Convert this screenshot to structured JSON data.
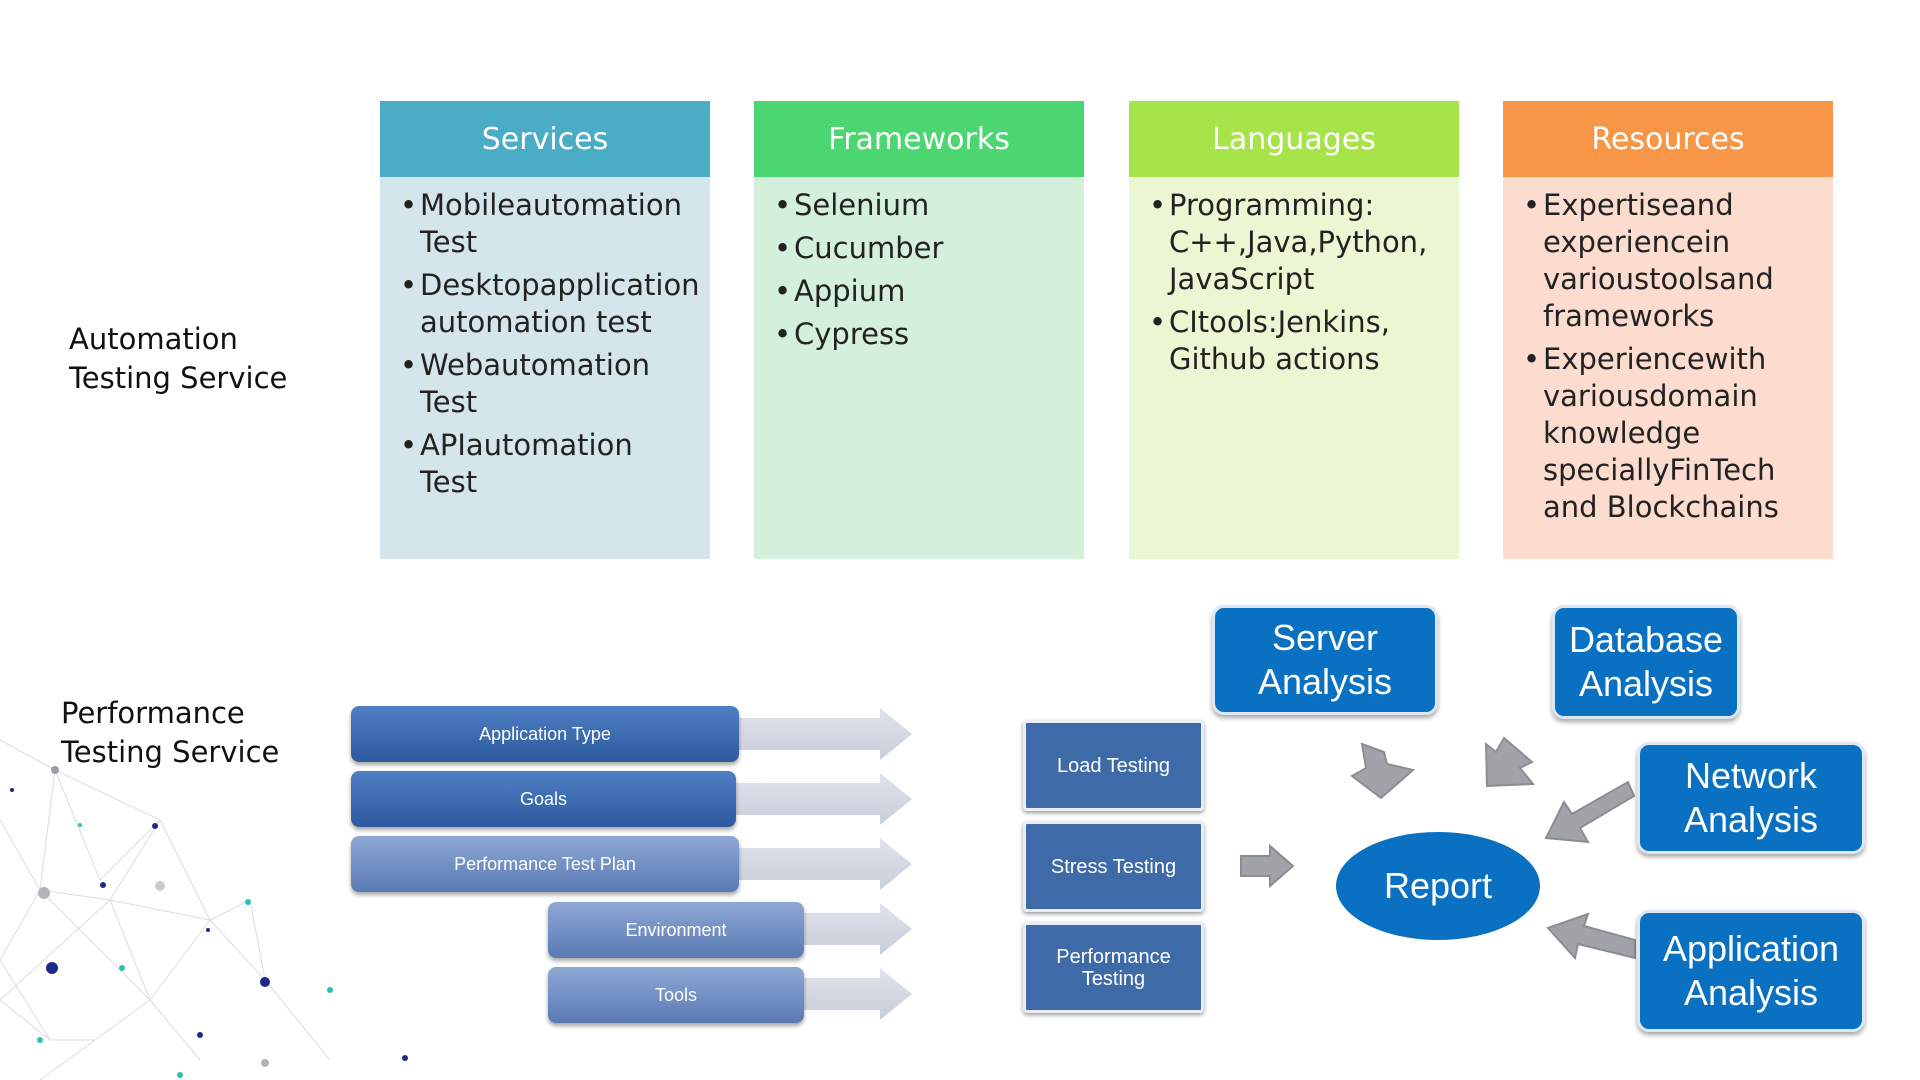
{
  "sections": {
    "automation_label": "Automation\nTesting Service",
    "performance_label": "Performance\nTesting Service"
  },
  "columns": [
    {
      "title": "Services",
      "color": "#4bacc6",
      "body_color": "#d5e5ec",
      "items": [
        "Mobileautomation\nTest",
        "Desktopapplication\nautomation test",
        "Webautomation\nTest",
        "APIautomation\nTest"
      ]
    },
    {
      "title": "Frameworks",
      "color": "#4cd671",
      "body_color": "#d4f0dc",
      "items": [
        "Selenium",
        "Cucumber",
        "Appium",
        "Cypress"
      ]
    },
    {
      "title": "Languages",
      "color": "#a6e44a",
      "body_color": "#ebf6d2",
      "items": [
        "Programming:\nC++,Java,Python,\nJavaScript",
        "CItools:Jenkins,\nGithub actions"
      ]
    },
    {
      "title": "Resources",
      "color": "#f79646",
      "body_color": "#fbdccf",
      "items": [
        "Expertiseand\nexperiencein\nvarioustoolsand\nframeworks",
        "Experiencewith\nvariousdomain\nknowledge\nspeciallyFinTech\nand Blockchains"
      ]
    }
  ],
  "process_steps": [
    "Application Type",
    "Goals",
    "Performance Test Plan",
    "Environment",
    "Tools"
  ],
  "test_types": [
    "Load Testing",
    "Stress Testing",
    "Performance\nTesting"
  ],
  "analysis": {
    "server": "Server\nAnalysis",
    "database": "Database\nAnalysis",
    "network": "Network\nAnalysis",
    "application": "Application\nAnalysis",
    "report": "Report"
  },
  "colors": {
    "accent_blue": "#0a71c2",
    "step_blue": "#2d5a9e",
    "arrow_gray": "#a0a4a8"
  }
}
